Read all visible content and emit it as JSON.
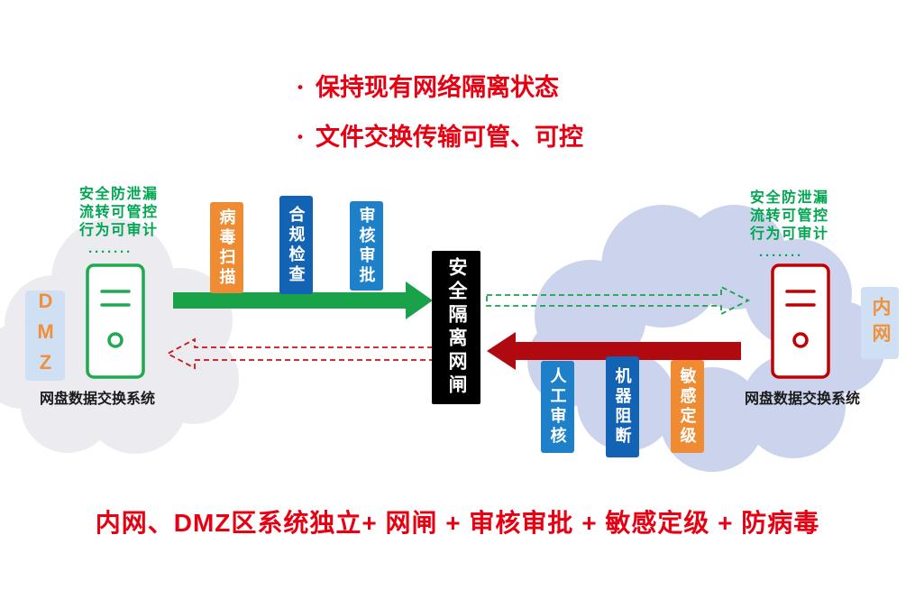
{
  "bullet_char": "•",
  "bullets": [
    "保持现有网络隔离状态",
    "文件交换传输可管、可控"
  ],
  "left_zone": {
    "zone_label": "DMZ",
    "features": [
      "安全防泄漏",
      "流转可管控",
      "行为可审计"
    ],
    "dots": "·······",
    "system_label": "网盘数据交换系统"
  },
  "right_zone": {
    "zone_label": "内网",
    "features": [
      "安全防泄漏",
      "流转可管控",
      "行为可审计"
    ],
    "dots": "·······",
    "system_label": "网盘数据交换系统"
  },
  "gateway_label": "安全隔离网闸",
  "outbound_badges": [
    {
      "label": "病毒扫描",
      "color": "#ee8b33"
    },
    {
      "label": "合规检查",
      "color": "#1363b4"
    },
    {
      "label": "审核审批",
      "color": "#1d80c8"
    }
  ],
  "inbound_badges": [
    {
      "label": "人工审核",
      "color": "#1d80c8"
    },
    {
      "label": "机器阻断",
      "color": "#1363b4"
    },
    {
      "label": "敏感定级",
      "color": "#ee8b33"
    }
  ],
  "bottom_summary": "内网、DMZ区系统独立+ 网闸 + 审核审批 + 敏感定级 + 防病毒",
  "colors": {
    "accent_red_text": "#e60012",
    "green_arrow": "#1aa24a",
    "red_arrow": "#b0090f",
    "dashed_red": "#cf1217",
    "feature_green": "#00a651",
    "zone_label_orange": "#f0913a",
    "zone_label_bg": "#cfe0f4",
    "left_cloud": "#ebebf0",
    "right_cloud": "#ccd4ed",
    "gateway_bg": "#000000",
    "left_server": "#1faa50",
    "right_server": "#c00000"
  }
}
